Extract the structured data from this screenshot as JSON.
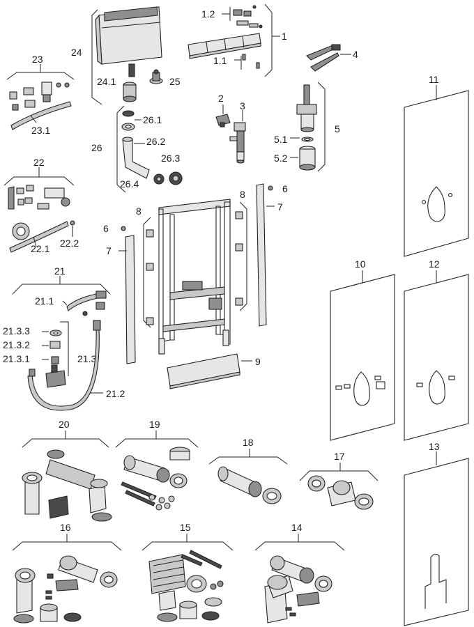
{
  "labels": {
    "l1": "1",
    "l1_1": "1.1",
    "l1_2": "1.2",
    "l2": "2",
    "l3": "3",
    "l4": "4",
    "l5": "5",
    "l5_1": "5.1",
    "l5_2": "5.2",
    "l6a": "6",
    "l6b": "6",
    "l7a": "7",
    "l7b": "7",
    "l8a": "8",
    "l8b": "8",
    "l9": "9",
    "l10": "10",
    "l11": "11",
    "l12": "12",
    "l13": "13",
    "l14": "14",
    "l15": "15",
    "l16": "16",
    "l17": "17",
    "l18": "18",
    "l19": "19",
    "l20": "20",
    "l21": "21",
    "l21_1": "21.1",
    "l21_2": "21.2",
    "l21_3": "21.3",
    "l21_3_1": "21.3.1",
    "l21_3_2": "21.3.2",
    "l21_3_3": "21.3.3",
    "l22": "22",
    "l22_1": "22.1",
    "l22_2": "22.2",
    "l23": "23",
    "l23_1": "23.1",
    "l24": "24",
    "l24_1": "24.1",
    "l25": "25",
    "l26": "26",
    "l26_1": "26.1",
    "l26_2": "26.2",
    "l26_3": "26.3",
    "l26_4": "26.4"
  }
}
